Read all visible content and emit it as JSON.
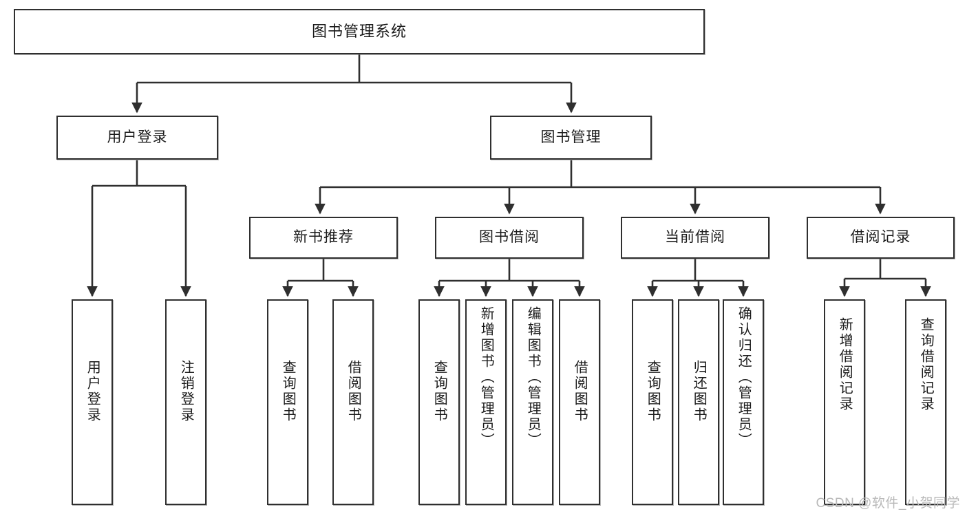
{
  "diagram": {
    "title": "图书管理系统",
    "type": "tree-hierarchy-chart",
    "colors": {
      "box_border": "#2f2f2f",
      "box_fill": "#ffffff",
      "edge": "#2f2f2f",
      "watermark": "#b9b9b9",
      "background": "#ffffff"
    },
    "root": {
      "label": "图书管理系统"
    },
    "level2": [
      {
        "label": "用户登录"
      },
      {
        "label": "图书管理"
      }
    ],
    "level3": [
      {
        "label": "新书推荐"
      },
      {
        "label": "图书借阅"
      },
      {
        "label": "当前借阅"
      },
      {
        "label": "借阅记录"
      }
    ],
    "leaves": {
      "user_login": [
        {
          "label": "用户登录"
        },
        {
          "label": "注销登录"
        }
      ],
      "new_book_recommend": [
        {
          "label": "查询图书"
        },
        {
          "label": "借阅图书"
        }
      ],
      "book_borrow": [
        {
          "label": "查询图书"
        },
        {
          "label": "新增图书（管理员）"
        },
        {
          "label": "编辑图书（管理员）"
        },
        {
          "label": "借阅图书"
        }
      ],
      "current_borrow": [
        {
          "label": "查询图书"
        },
        {
          "label": "归还图书"
        },
        {
          "label": "确认归还（管理员）"
        }
      ],
      "borrow_record": [
        {
          "label": "新增借阅记录"
        },
        {
          "label": "查询借阅记录"
        }
      ]
    }
  },
  "watermark": {
    "text": "CSDN @软件_小贺同学"
  }
}
